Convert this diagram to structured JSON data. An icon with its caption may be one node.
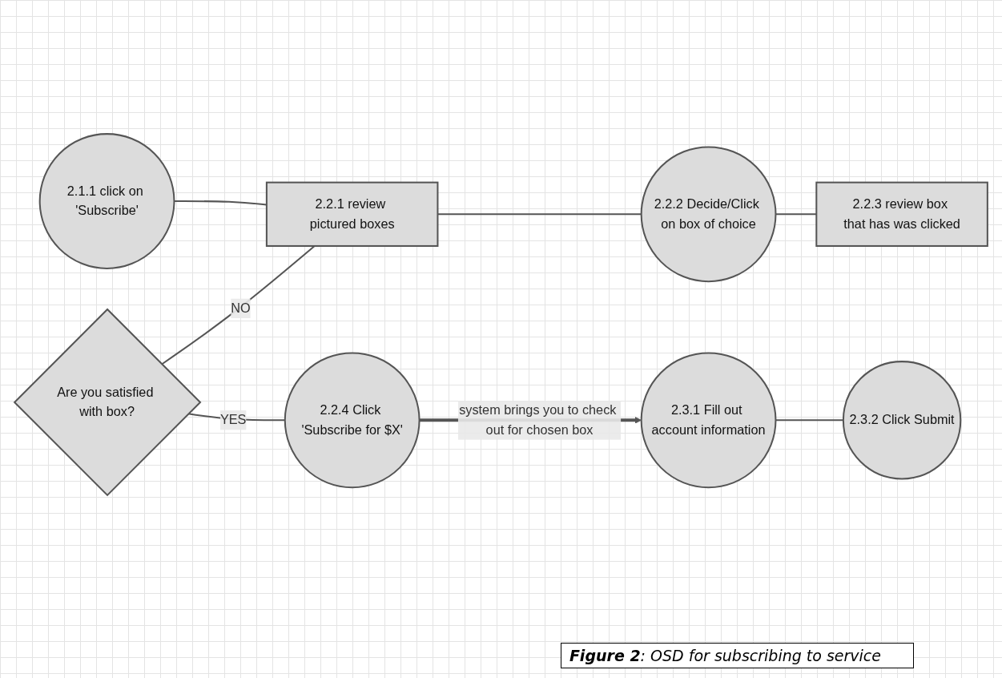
{
  "diagram": {
    "caption": "**Figure 2**: OSD for subscribing to service",
    "nodes": [
      {
        "text": [
          "2.1.1 click on 'Subscribe'"
        ]
      },
      {
        "text": [
          "2.2.1 review pictured boxes"
        ]
      },
      {
        "text": [
          "2.2.2 Decide/Click on box of choice"
        ]
      },
      {
        "text": [
          "2.2.3 review box that has was clicked"
        ]
      },
      {
        "text": [
          "Are you satisfied with box?"
        ]
      },
      {
        "text": [
          "2.2.4 Click 'Subscribe for $X'"
        ]
      },
      {
        "text": [
          "2.3.1 Fill out account information"
        ]
      },
      {
        "text": [
          "2.3.2 Click Submit"
        ]
      }
    ],
    "edges": [
      {
        "from": 0,
        "to": 1,
        "arrow": "none"
      },
      {
        "from": 1,
        "to": 2,
        "arrow": "none"
      },
      {
        "from": 2,
        "to": 3,
        "arrow": "none"
      },
      {
        "from": 4,
        "to": 1,
        "arrow": "none",
        "label": "NO"
      },
      {
        "from": 4,
        "to": 5,
        "arrow": "none",
        "label": "YES"
      },
      {
        "from": 5,
        "to": 6,
        "arrow": "to",
        "label": "system brings you to check out for chosen box",
        "style": "thick"
      },
      {
        "from": 6,
        "to": 7,
        "arrow": "none"
      }
    ]
  }
}
